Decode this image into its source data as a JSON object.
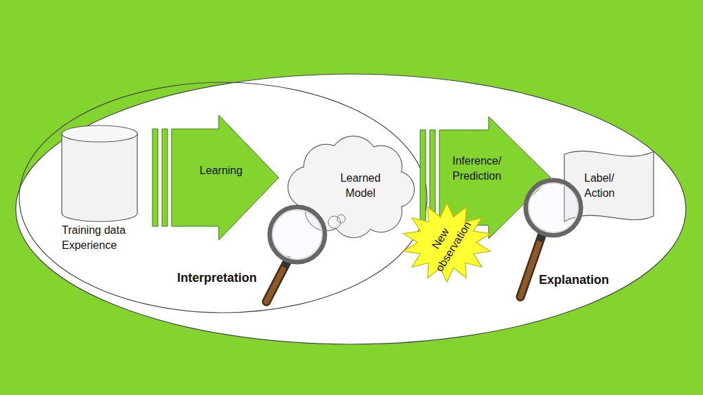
{
  "diagram": {
    "nodes": [
      {
        "text": [
          "Training data Experience"
        ]
      },
      {
        "text": [
          "Learning"
        ]
      },
      {
        "text": [
          "Learned Model"
        ]
      },
      {
        "text": [
          "Inference/ Prediction"
        ]
      },
      {
        "text": [
          "New observation"
        ]
      },
      {
        "text": [
          "Label/ Action"
        ]
      }
    ],
    "labels": [
      "Interpretation",
      "Explanation"
    ]
  }
}
